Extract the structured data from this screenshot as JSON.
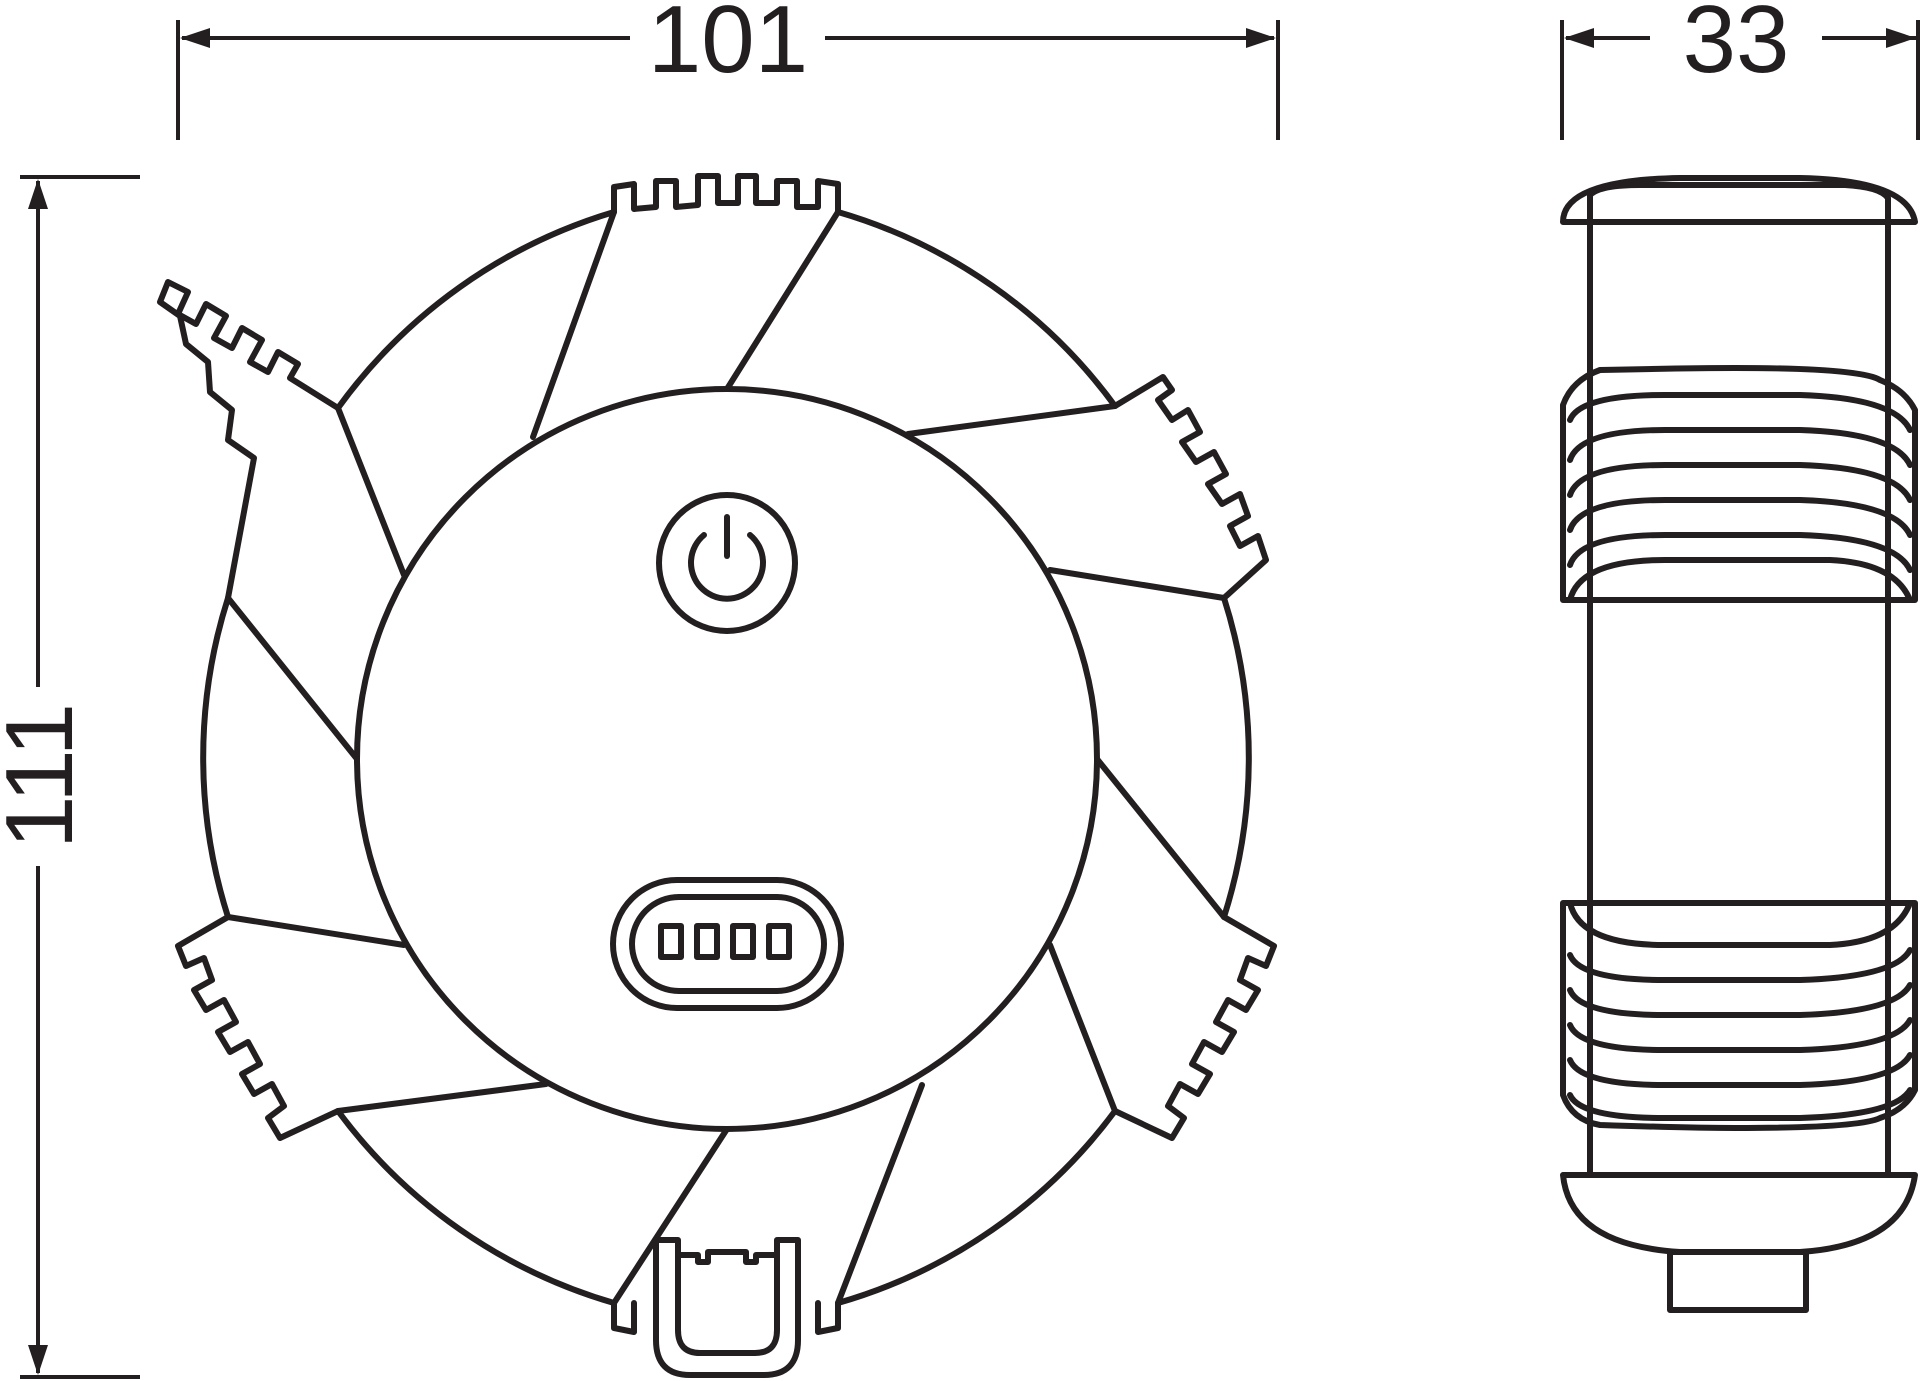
{
  "dimensions": {
    "width_front": "101",
    "depth_side": "33",
    "height_front": "111"
  },
  "colors": {
    "line": "#231f20",
    "background": "#ffffff"
  },
  "icons": {
    "power": "power-icon",
    "battery": "battery-level-icon"
  }
}
